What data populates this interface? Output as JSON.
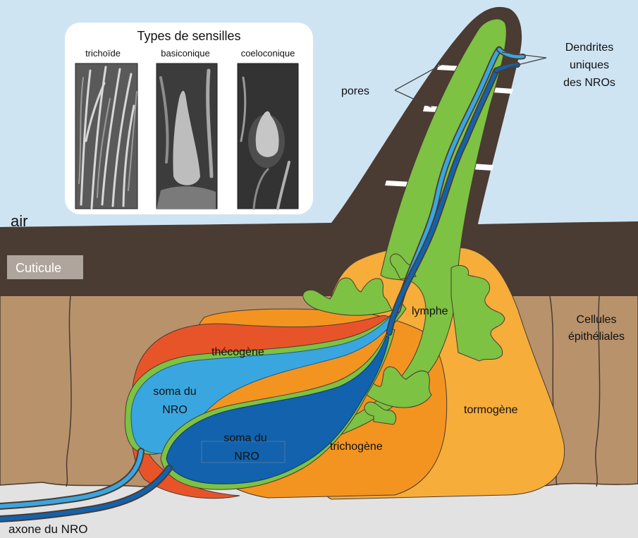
{
  "inset": {
    "title": "Types de sensilles",
    "types": [
      "trichoïde",
      "basiconique",
      "coeloconique"
    ]
  },
  "labels": {
    "air": "air",
    "cuticle": "Cuticule",
    "pores": "pores",
    "dendrites": [
      "Dendrites",
      "uniques",
      "des NROs"
    ],
    "epithelial": [
      "Cellules",
      "épithéliales"
    ],
    "lymph": "lymphe",
    "thecogen": "thécogène",
    "soma_light": [
      "soma du",
      "NRO"
    ],
    "soma_dark": [
      "soma du",
      "NRO"
    ],
    "trichogen": "trichogène",
    "tormogen": "tormogène",
    "axon": "axone du NRO"
  },
  "colors": {
    "air": "#cfe4f3",
    "cuticle": "#4a3b33",
    "epithelial": "#b8926b",
    "hemolymph": "#e2e2e2",
    "lymph": "#7dc242",
    "tormogen": "#f6ad3a",
    "trichogen": "#f39420",
    "thecogen": "#e8542a",
    "neuron_light": "#3aa6df",
    "neuron_dark": "#1262ad"
  }
}
